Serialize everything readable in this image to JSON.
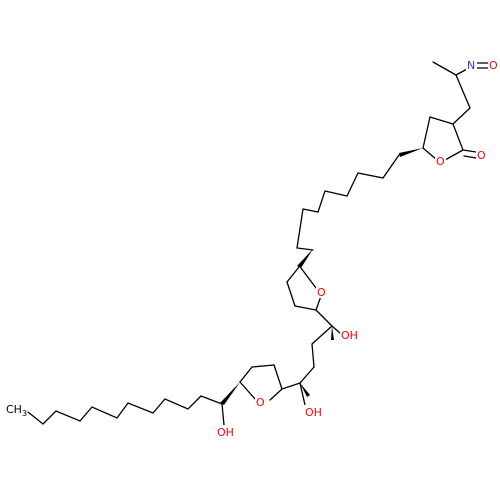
{
  "molecule": {
    "atoms": {
      "nitroso_n": "N",
      "nitroso_o": "O",
      "lactone_ring_o": "O",
      "carbonyl_o": "O",
      "thf_ring_o_upper": "O",
      "hydroxyl_upper": "OH",
      "hydroxyl_middle": "OH",
      "thf_ring_o_lower": "O",
      "hydroxyl_lower": "OH",
      "methyl_terminal_c": "CH",
      "methyl_terminal_sub": "3"
    },
    "colors": {
      "bond": "#000000",
      "oxygen": "#ff0000",
      "nitrogen": "#3333cc",
      "carbon_label": "#000000"
    }
  }
}
